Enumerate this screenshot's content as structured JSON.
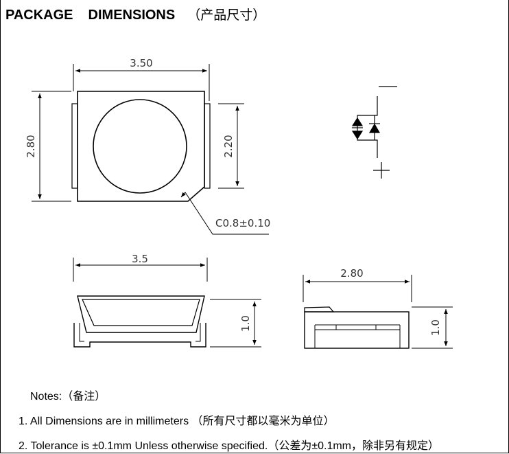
{
  "title": {
    "part1": "PACKAGE",
    "part2": "DIMENSIONS",
    "part3": "（产品尺寸）"
  },
  "top_view": {
    "width_label": "3.50",
    "height_label": "2.80",
    "lens_height_label": "2.20",
    "chamfer_label": "C0.8±0.10"
  },
  "polarity": {
    "top_sign": "—",
    "bottom_sign": "+"
  },
  "side_view": {
    "width_label": "3.5",
    "height_label": "1.0"
  },
  "end_view": {
    "width_label": "2.80",
    "height_label": "1.0"
  },
  "notes": {
    "heading": "Notes:（备注）",
    "item1": "1. All Dimensions are in millimeters （所有尺寸都以毫米为单位）",
    "item2": "2. Tolerance is ±0.1mm Unless otherwise specified.（公差为±0.1mm，除非另有规定）"
  }
}
